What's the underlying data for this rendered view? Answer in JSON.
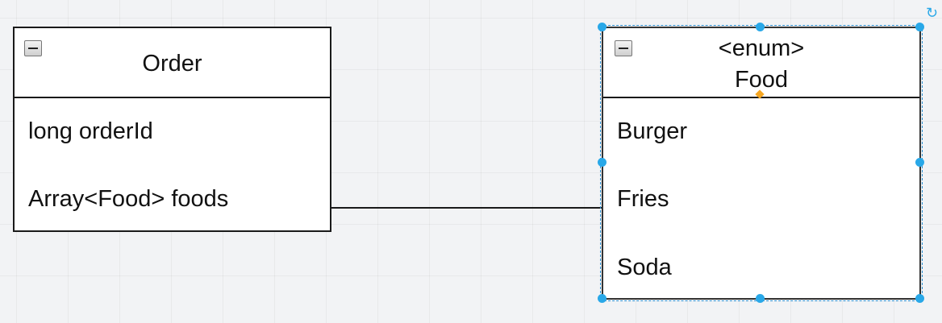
{
  "order_class": {
    "title": "Order",
    "attributes": [
      "long orderId",
      "Array<Food> foods"
    ]
  },
  "food_enum": {
    "stereotype": "<enum>",
    "title": "Food",
    "values": [
      "Burger",
      "Fries",
      "Soda"
    ]
  },
  "colors": {
    "selection": "#29a8e8",
    "connection_point": "#f5a623",
    "border": "#1a1a1a"
  },
  "icons": {
    "collapse": "minus-square-icon",
    "rotate": "rotate-icon"
  }
}
